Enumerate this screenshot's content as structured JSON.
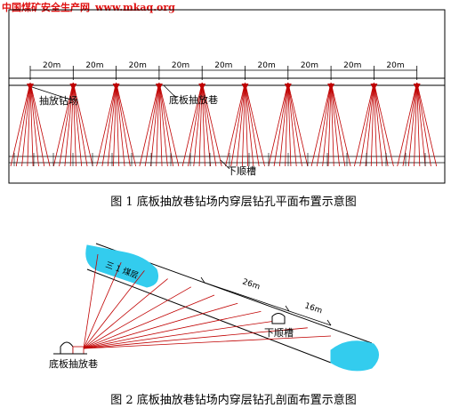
{
  "watermark": {
    "site_name": "中国煤矿安全生产网",
    "url": "www.mkaq.org",
    "color": "#e01010"
  },
  "figure1": {
    "caption": "图 1  底板抽放巷钻场内穿层钻孔平面布置示意图",
    "spacing_labels": [
      "20m",
      "20m",
      "20m",
      "20m",
      "20m",
      "20m",
      "20m",
      "20m",
      "20m"
    ],
    "label_drill_site": "抽放钻场",
    "label_roadway": "底板抽放巷",
    "label_trough": "下顺槽",
    "drill_site_count": 10
  },
  "figure2": {
    "caption": "图 2  底板抽放巷钻场内穿层钻孔剖面布置示意图",
    "label_seam": "三 1 煤层",
    "label_dim_long": "26m",
    "label_dim_short": "16m",
    "label_trough": "下顺槽",
    "label_roadway": "底板抽放巷"
  },
  "colors": {
    "borehole": "#c00000",
    "coal_seam": "#33ccee",
    "line": "#000000"
  }
}
